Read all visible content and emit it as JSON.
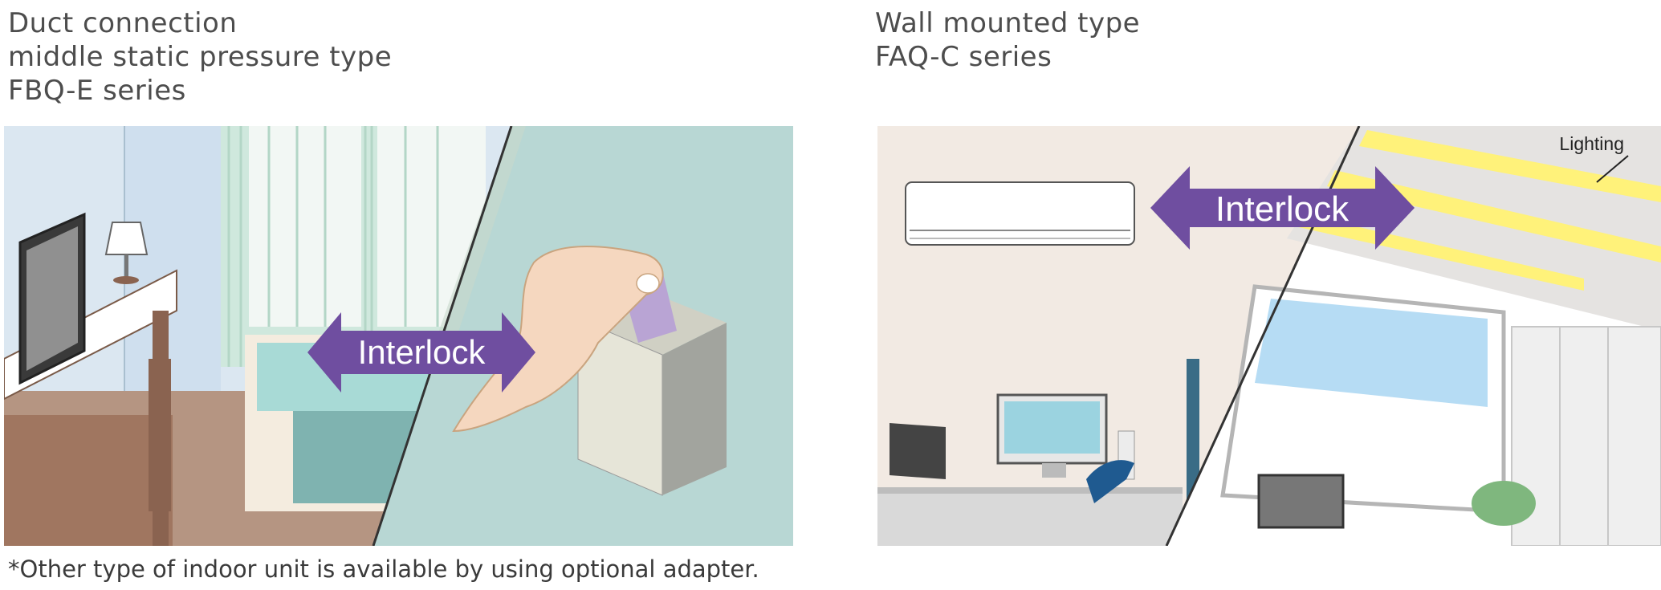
{
  "left": {
    "title_lines": [
      "Duct connection",
      "middle static pressure type",
      "FBQ-E series"
    ],
    "arrow_label": "Interlock"
  },
  "right": {
    "title_lines": [
      "Wall mounted type",
      "FAQ-C series"
    ],
    "arrow_label": "Interlock",
    "lighting_label": "Lighting"
  },
  "footnote": "*Other type of indoor unit is available by using optional adapter.",
  "colors": {
    "arrow": "#6f4ea0",
    "heading_text": "#4d4d4d",
    "left_wall": "#b8d7d4",
    "right_wall": "#f2eae3"
  }
}
